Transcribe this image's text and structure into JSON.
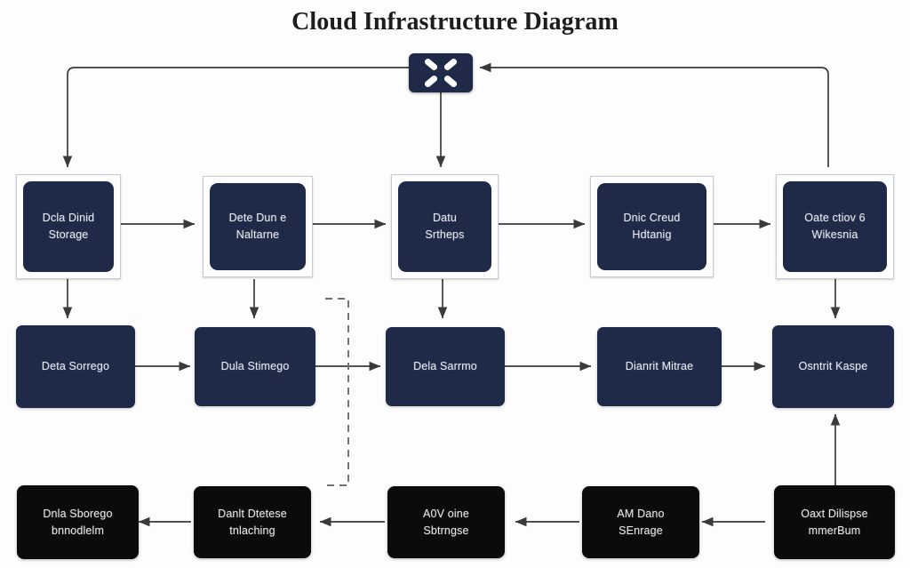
{
  "page": {
    "title": "Cloud Infrastructure Diagram",
    "background": "#fdfdfd"
  },
  "colors": {
    "node_navy": "#1e2a48",
    "node_black": "#0b0b0c",
    "node_frame": "#c7ccd6",
    "edge": "#3a3a3a",
    "label_text": "#e8eaf0",
    "title_text": "#1d1d20"
  },
  "hub": {
    "name": "network-switch-node",
    "icon": "cross-switch-icon",
    "label": ""
  },
  "rows": [
    {
      "id": "row-1",
      "style": "framed-navy",
      "nodes": [
        {
          "line1": "Dcla Dinid",
          "line2": "Storage"
        },
        {
          "line1": "Dete Dun e",
          "line2": "Naltarne"
        },
        {
          "line1": "Datu",
          "line2": "Srtheps"
        },
        {
          "line1": "Dnic Creud",
          "line2": "Hdtanig"
        },
        {
          "line1": "Oate ctiov 6",
          "line2": "Wikesnia"
        }
      ]
    },
    {
      "id": "row-2",
      "style": "navy",
      "nodes": [
        {
          "line1": "Deta Sorrego",
          "line2": ""
        },
        {
          "line1": "Dula Stimego",
          "line2": ""
        },
        {
          "line1": "Dela Sarrmo",
          "line2": ""
        },
        {
          "line1": "Dianrit Mitrae",
          "line2": ""
        },
        {
          "line1": "Osntrit Kaspe",
          "line2": ""
        }
      ]
    },
    {
      "id": "row-3",
      "style": "black",
      "nodes": [
        {
          "line1": "Dnla Sborego",
          "line2": "bnnodlelm"
        },
        {
          "line1": "Danlt Dtetese",
          "line2": "tnlaching"
        },
        {
          "line1": "A0V oine",
          "line2": "Sbtrngse"
        },
        {
          "line1": "AM Dano",
          "line2": "SEnrage"
        },
        {
          "line1": "Oaxt Dilispse",
          "line2": "mmerBum"
        }
      ]
    }
  ],
  "edges": {
    "dashed_connector": "dashed-vertical-link",
    "bus_label": "top-distribution-bus"
  }
}
